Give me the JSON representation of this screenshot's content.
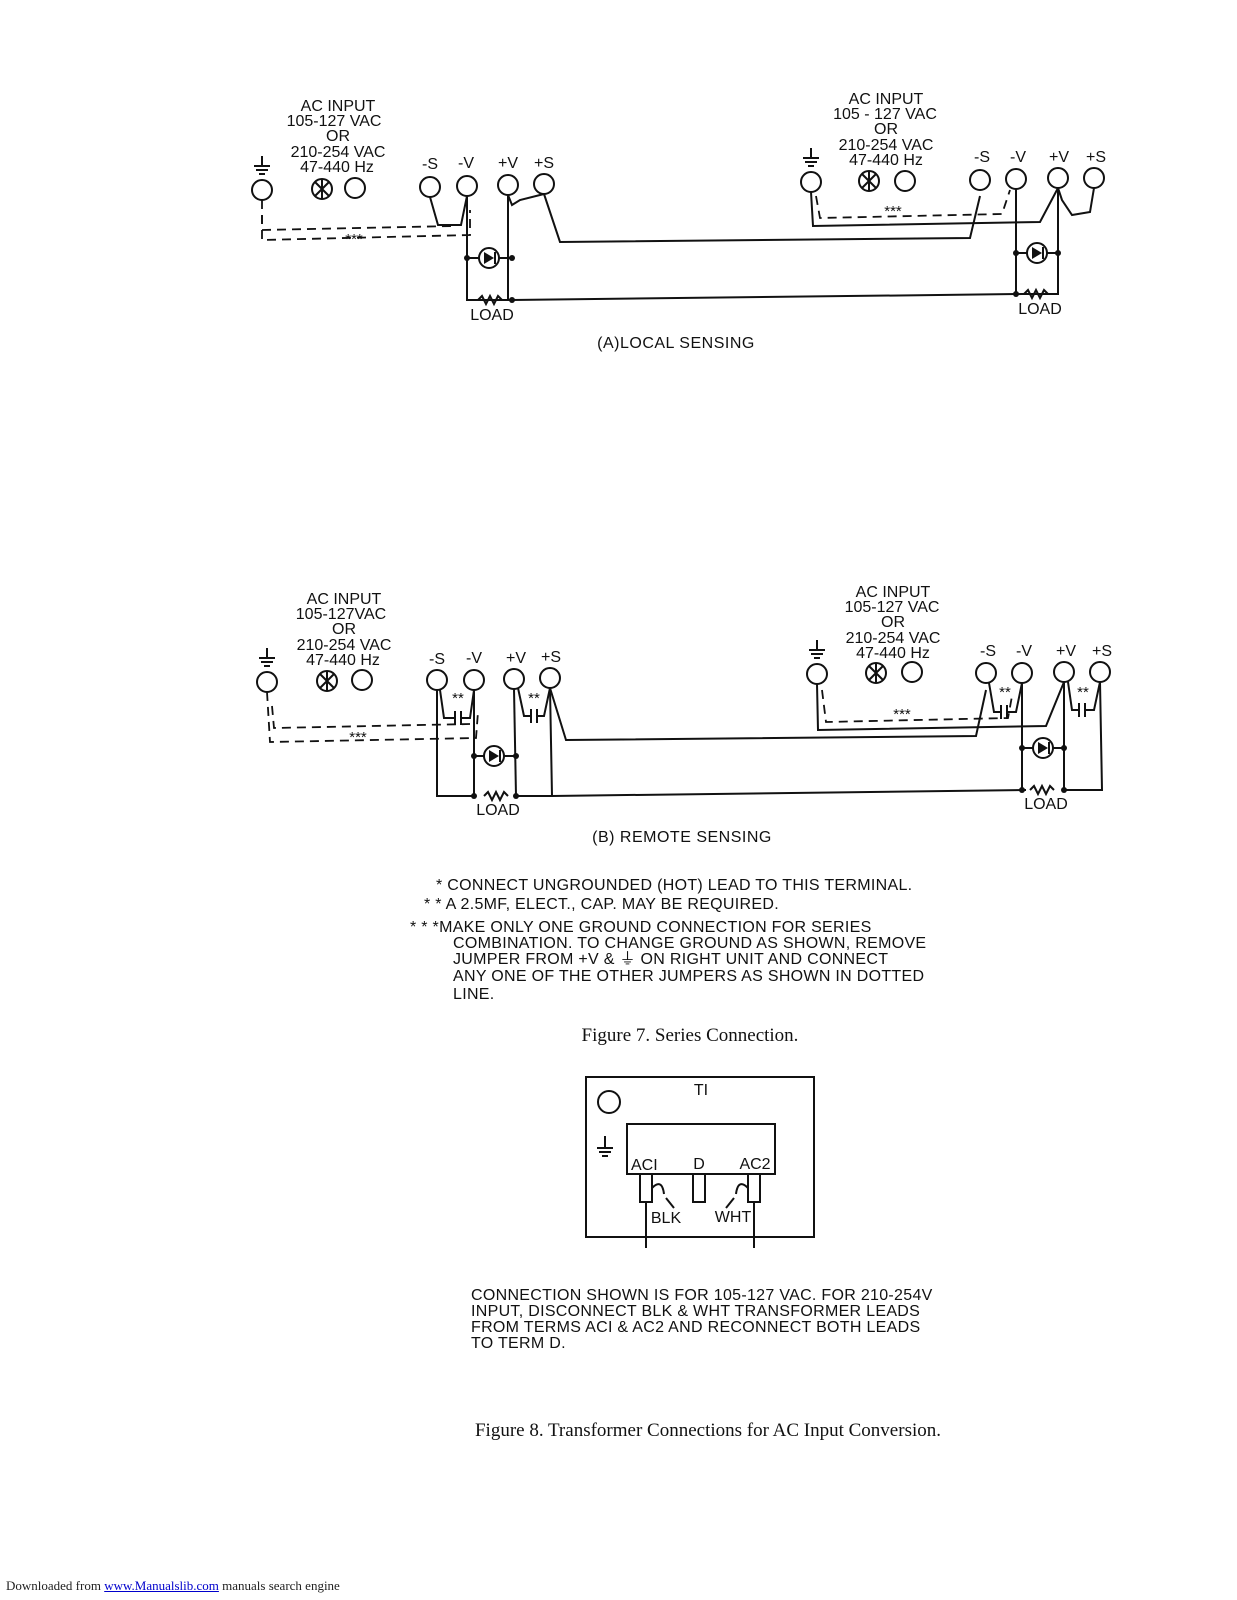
{
  "figure7": {
    "local": {
      "left": {
        "ac_title": "AC INPUT",
        "ac_range1": "105-127 VAC",
        "ac_or": "OR",
        "ac_range2": "210-254 VAC",
        "ac_freq": "47-440 Hz"
      },
      "right": {
        "ac_title": "AC INPUT",
        "ac_range1": "105 - 127 VAC",
        "ac_or": "OR",
        "ac_range2": "210-254 VAC",
        "ac_freq": "47-440 Hz"
      },
      "term_minus_s": "-S",
      "term_minus_v": "-V",
      "term_plus_v": "+V",
      "term_plus_s": "+S",
      "jumper_note": "***",
      "load": "LOAD",
      "title": "(A)LOCAL SENSING"
    },
    "remote": {
      "left": {
        "ac_title": "AC INPUT",
        "ac_range1": "105-127VAC",
        "ac_or": "OR",
        "ac_range2": "210-254 VAC",
        "ac_freq": "47-440 Hz"
      },
      "right": {
        "ac_title": "AC INPUT",
        "ac_range1": "105-127 VAC",
        "ac_or": "OR",
        "ac_range2": "210-254 VAC",
        "ac_freq": "47-440 Hz"
      },
      "term_minus_s": "-S",
      "term_minus_v": "-V",
      "term_plus_v": "+V",
      "term_plus_s": "+S",
      "cap_note": "**",
      "jumper_note": "***",
      "load": "LOAD",
      "title": "(B) REMOTE SENSING"
    },
    "notes": [
      "* CONNECT UNGROUNDED (HOT) LEAD TO THIS TERMINAL.",
      "* * A 2.5MF, ELECT., CAP. MAY BE REQUIRED.",
      "* * *MAKE ONLY ONE GROUND CONNECTION FOR SERIES",
      "COMBINATION. TO CHANGE GROUND AS SHOWN, REMOVE",
      "JUMPER FROM +V & ⏚ ON RIGHT UNIT AND CONNECT",
      "ANY ONE OF THE OTHER JUMPERS AS SHOWN IN DOTTED",
      "LINE."
    ],
    "caption": "Figure 7.  Series Connection."
  },
  "figure8": {
    "t1": "TI",
    "ac1": "ACI",
    "d": "D",
    "ac2": "AC2",
    "blk": "BLK",
    "wht": "WHT",
    "notes": [
      "CONNECTION SHOWN IS FOR 105-127 VAC. FOR 210-254V",
      "INPUT, DISCONNECT BLK & WHT TRANSFORMER LEADS",
      "FROM TERMS ACI & AC2 AND RECONNECT BOTH LEADS",
      "TO TERM D."
    ],
    "caption": "Figure 8.  Transformer Connections for AC Input Conversion."
  },
  "footer": {
    "prefix": "Downloaded from ",
    "link": "www.Manualslib.com",
    "suffix": " manuals search engine"
  }
}
